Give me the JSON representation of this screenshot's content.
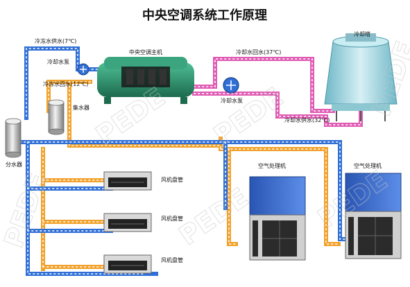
{
  "title": "中央空调系统工作原理",
  "labels": {
    "chiller": "中央空调主机",
    "cooling_tower": "冷却塔",
    "chilled_supply": "冷冻水供水(7℃)",
    "chilled_pump": "冷却水泵",
    "chilled_return": "冷冻水回水(12℃)",
    "collector": "集水器",
    "distributor": "分水器",
    "cooling_return": "冷却水回水(37℃)",
    "cooling_pump": "冷却水泵",
    "cooling_supply": "冷却水供水(32℃)",
    "ahu_1": "空气处理机",
    "ahu_2": "空气处理机",
    "fcu_1": "风机盘管",
    "fcu_2": "风机盘管",
    "fcu_3": "风机盘管"
  },
  "watermark": "PEDE",
  "colors": {
    "chilled_supply_pipe": "#2f6fd6",
    "chilled_return_pipe": "#f2a12a",
    "cooling_pipe": "#e05bb4",
    "flow_dots": "#ffffff",
    "chiller_body": "#2c8c6a",
    "ahu_body": "#3a6fcf",
    "tower_body": "#9fd6df"
  },
  "icons": [
    "pump-icon",
    "fan-coil-icon",
    "air-handler-icon",
    "cooling-tower-icon",
    "tank-icon"
  ]
}
